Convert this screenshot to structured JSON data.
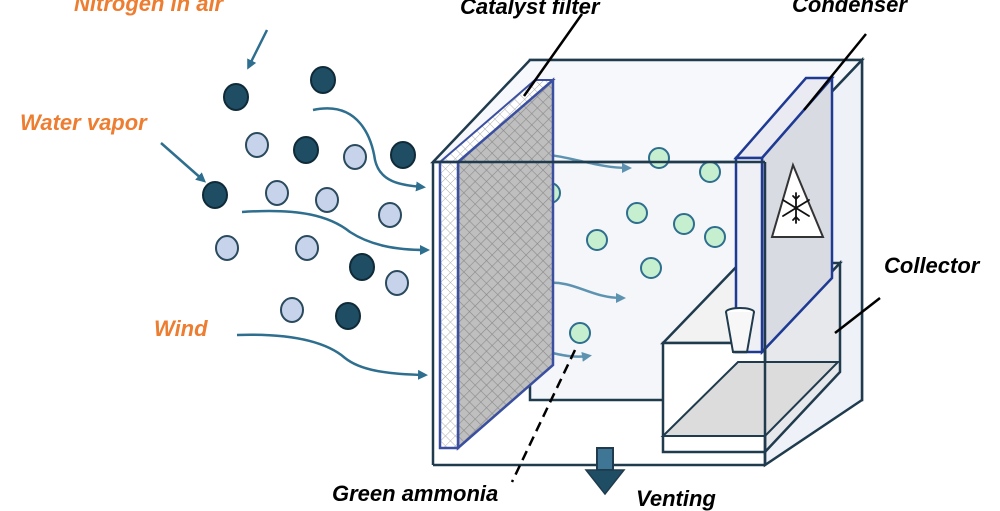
{
  "labels": {
    "nitrogen": "Nitrogen in air",
    "water_vapor": "Water vapor",
    "wind": "Wind",
    "catalyst_filter": "Catalyst filter",
    "condenser": "Condenser",
    "collector": "Collector",
    "green_ammonia": "Green ammonia",
    "venting": "Venting"
  },
  "colors": {
    "input_label": "#ed7d31",
    "part_label": "#000000",
    "nitrogen_molecule": "#1f4e64",
    "water_molecule": "#c7d3ea",
    "ammonia_molecule": "#c6efcf",
    "flow_arrow": "#2e6e8e",
    "box_outline": "#1f3b4d",
    "condenser_outline": "#1f3a93"
  },
  "icons": {
    "condenser_symbol": "snowflake-warning-icon",
    "collector_cup": "cup-icon",
    "vent_arrow": "down-arrow-icon"
  }
}
